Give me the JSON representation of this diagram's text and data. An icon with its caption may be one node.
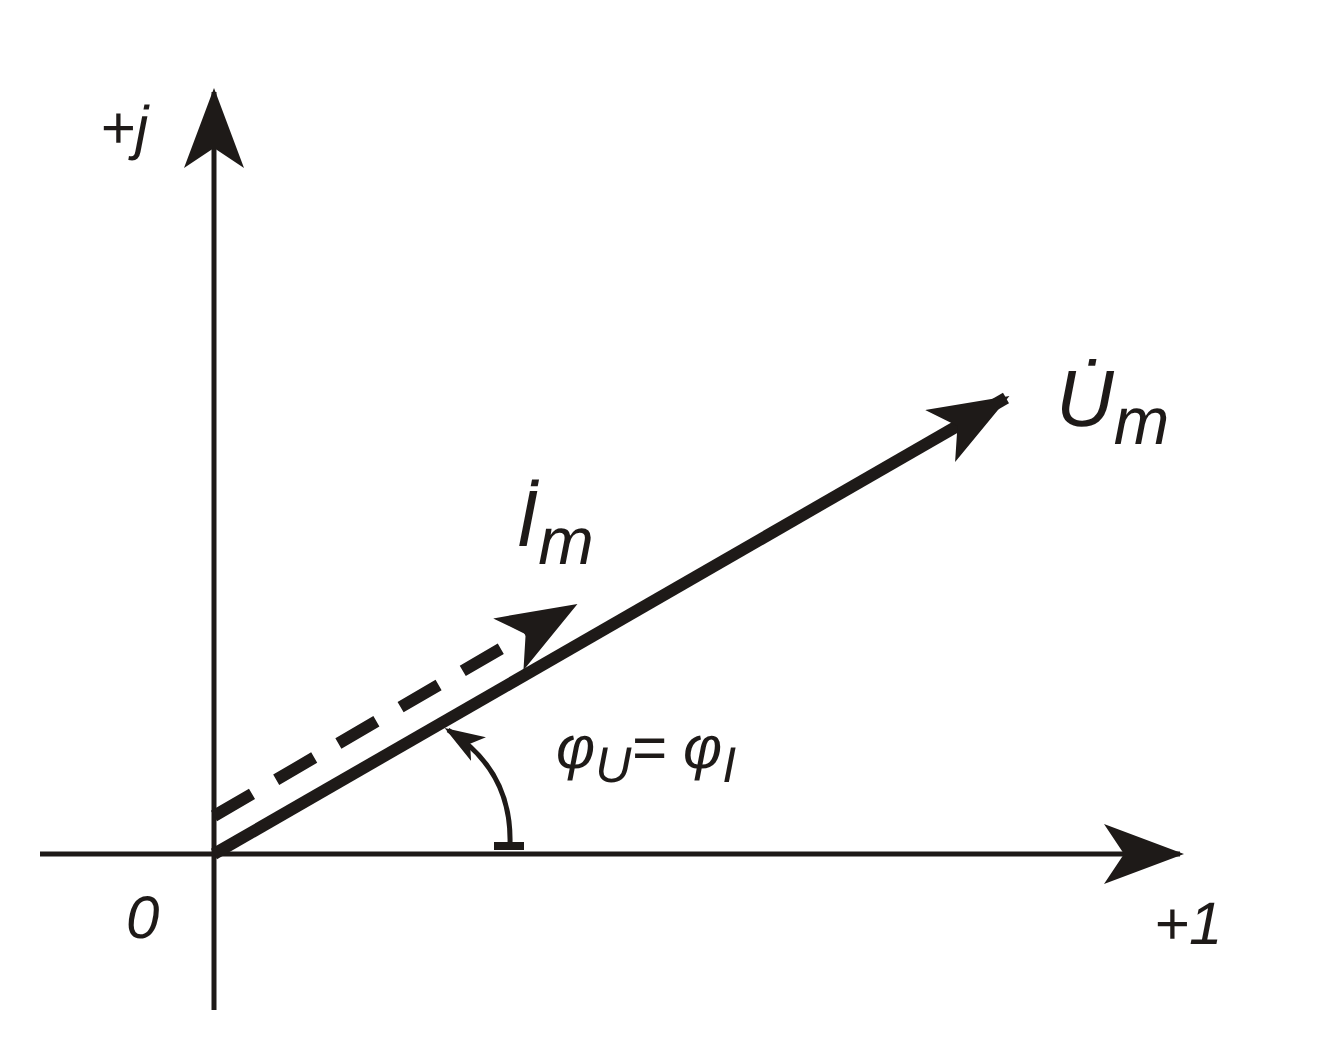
{
  "diagram": {
    "labels": [
      "+j",
      "U̇$_{m}$",
      "İ$_{m}$",
      "φ$_{U}$= φ$_{I}$",
      "0",
      "+1"
    ]
  }
}
